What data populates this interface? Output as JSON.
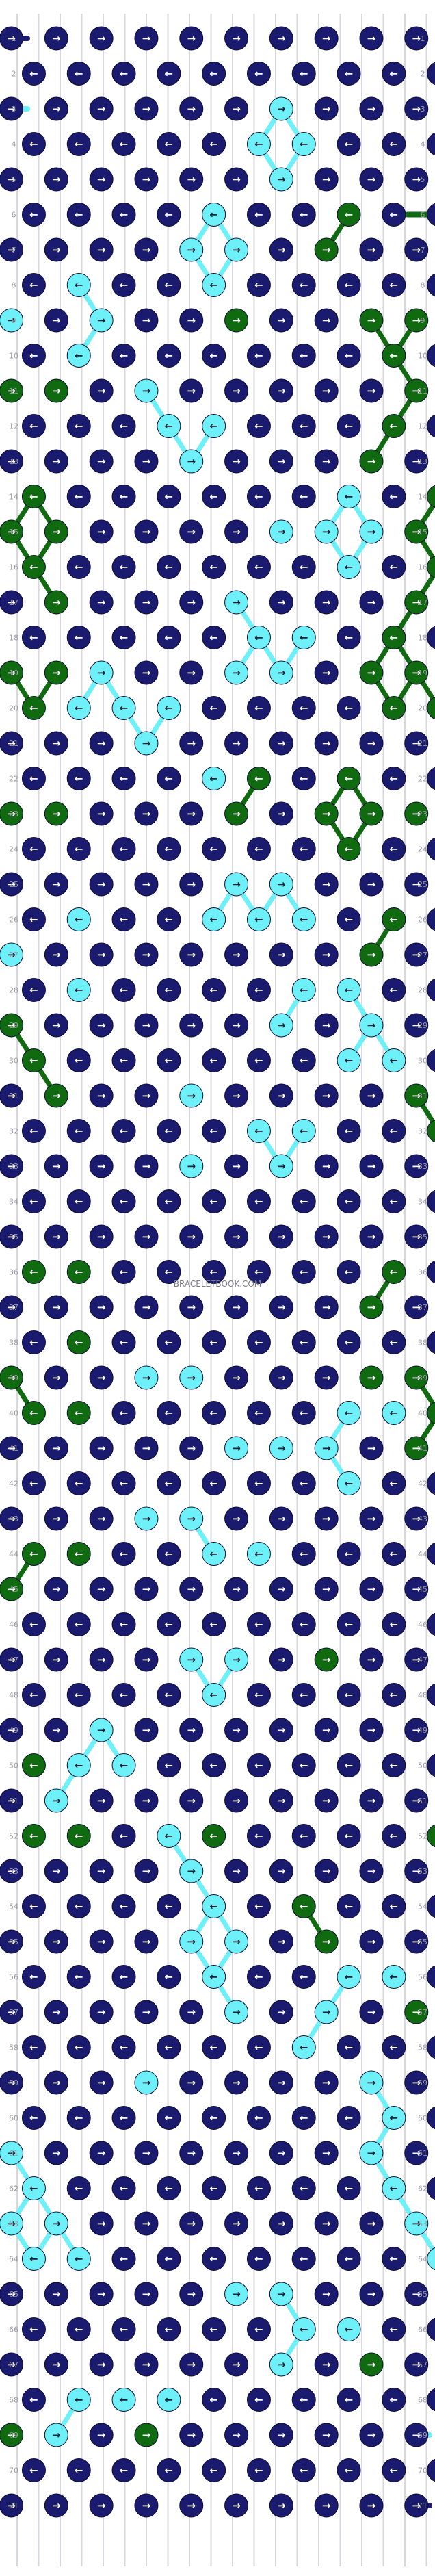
{
  "watermark": "BRACELETBOOK.COM",
  "colors": {
    "A": "#1a1a6e",
    "B": "#6ef0f8",
    "C": "#0f6a10"
  },
  "pattern": {
    "rows": 71,
    "strings": 10,
    "row_labels": [
      "1",
      "2",
      "3",
      "4",
      "5",
      "6",
      "7",
      "8",
      "9",
      "10",
      "11",
      "12",
      "13",
      "14",
      "15",
      "16",
      "17",
      "18",
      "19",
      "20",
      "21",
      "22",
      "23",
      "24",
      "25",
      "26",
      "27",
      "28",
      "29",
      "30",
      "31",
      "32",
      "33",
      "34",
      "35",
      "36",
      "37",
      "38",
      "39",
      "40",
      "41",
      "42",
      "43",
      "44",
      "45",
      "46",
      "47",
      "48",
      "49",
      "50",
      "51",
      "52",
      "53",
      "54",
      "55",
      "56",
      "57",
      "58",
      "59",
      "60",
      "61",
      "62",
      "63",
      "64",
      "65",
      "66",
      "67",
      "68",
      "69",
      "70",
      "71"
    ],
    "left_loose_ends": {
      "1": "A",
      "3": "B"
    },
    "right_loose_ends": {
      "6": "C",
      "69": "B",
      "71": "A"
    },
    "knots": [
      "A> A> A> A> A> A> A> A> A> A>",
      "A< A< A< A< A< A< A< A< A< A<",
      "A> A> A> A> A> A> B> A> A> A>",
      "A< A< A< A< A< B< B< A< A< A<",
      "A> A> A> A> A> A> B> A> A> A>",
      "A< A< A< A< B< A< A< C< A< A<",
      "A> A> A> A> B> B> A> C> A> A>",
      "A< B< A< A< B< A< A< A< A< A<",
      "B> A> B> A> A> C> A> A> C> C>",
      "A< B< A< A< A< A< A< A< C< A<",
      "C> C> A> B> A> A> A> A> A> C>",
      "A< A< A< B< B< A< A< A< C< A<",
      "A> A> A> A> B> A> A> A> C> A>",
      "C< A< A< A< A< A< A< B< A< C<",
      "C> C> A> A> A> A> B> B> B> C>",
      "C< A< A< A< A< A< A< B< A< C<",
      "A> C> A> A> A> B> A> A> A> C>",
      "A< A< A< A< A< B< B< A< C< A<",
      "C> C> B> A> A> B> B> A> C> C>",
      "C< B< B< B< A< A< A< A< C< C<",
      "A> A> A> B> A> A> A> A> A> A>",
      "A< A< A< A< B< C< A< C< A< A<",
      "C> C> A> A> A> C> A> C> C> C>",
      "A< A< A< A< A< A< A< C< A< A<",
      "A> A> A> A> A> B> B> A> A> A>",
      "A< B< A< A< B< B< B< A< C< A<",
      "B> A> A> A> A> A> A> A> C> A>",
      "A< B< A< A< A< A< B< B< A< A<",
      "C> A> A> A> A> A> B> A> B> A>",
      "C< A< A< A< A< A< A< B< B< A<",
      "A> C> A> A> B> A> A> A> A> C>",
      "A< A< A< A< A< B< B< A< A< C<",
      "A> A> A> A> B> A> B> A> A> A>",
      "A< A< A< A< A< A< A< A< A< A<",
      "A> A> A> A> A> A> A> A> A> A>",
      "C< C< A< A< A< A< A< A< C< A<",
      "A> A> A> A> A> A> A> A> C> A>",
      "A< C< A< A< A< A< A< A< A< A<",
      "C> A> A> B> B> A> A> A> C> C>",
      "C< C< A< A< A< A< A< B< B< C<",
      "A> A> A> A> A> B> B> B> A> C>",
      "A< A< A< A< A< A< A< B< A< A<",
      "A> A> A> B> B> A> A> A> A> A>",
      "C< C< A< A< B< B< A< A< A< A<",
      "C> A> A> A> A> A> A> A> A> A>",
      "A< A< A< A< A< A< A< A< A< A<",
      "A> A> A> A> B> B> A> C> A> A>",
      "A< A< A< A< B< A< A< A< A< A<",
      "A> A> B> A> A> A> A> A> A> A>",
      "C< B< B< A< A< A< A< A< A< A<",
      "A> B> A> A> A> A> A> A> A> A>",
      "C< C< A< B< C< A< A< A< A< C<",
      "A> A> A> A> B> A> A> A> A> A>",
      "A< A< A< A< B< A< C< A< A< A<",
      "A> A> A> A> B> B> A> C> A> A>",
      "A< A< A< A< B< A< A< B< B< A<",
      "A> A> A> A> A> B> A> B> A> C>",
      "A< A< A< A< A< A< B< A< A< A<",
      "A> A> A> B> A> A> A> A> B> A>",
      "A< A< A< A< A< A< A< A< B< A<",
      "B> A> A> A> A> A> A> A> B> A>",
      "B< A< A< A< A< A< A< A< B< A<",
      "B> B> A> A> A> A> A> A> A> B>",
      "B< B< A< A< A< A< A< A< A< B<",
      "A> A> A> A> A> B> B> A> A> A>",
      "A< A< A< A< A< A< B< B< A< A<",
      "A> A> A> A> A> A> B> A> C> A>",
      "A< B< B< B< A< A< A< A< A< A<",
      "C> B> A> C> A> A> A> A> A> A>",
      "A< A< A< A< A< A< A< A< A< A<",
      "A> A> A> A> A> A> A> A> A> A>"
    ]
  }
}
